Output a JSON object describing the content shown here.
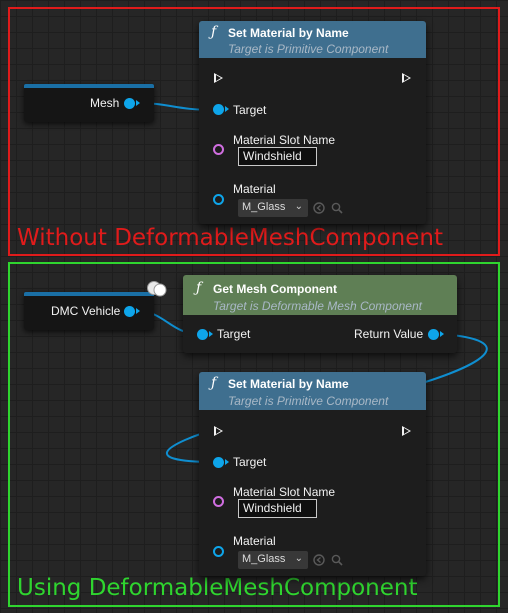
{
  "top_section": {
    "caption": "Without DeformableMeshComponent",
    "border_color": "#e01b1b",
    "variable": {
      "label": "Mesh"
    },
    "set_material": {
      "title": "Set Material by Name",
      "subtitle": "Target is Primitive Component",
      "target_label": "Target",
      "slot_label": "Material Slot Name",
      "slot_value": "Windshield",
      "material_label": "Material",
      "material_value": "M_Glass"
    }
  },
  "bottom_section": {
    "caption": "Using DeformableMeshComponent",
    "border_color": "#2fd52f",
    "variable": {
      "label": "DMC Vehicle"
    },
    "get_mesh": {
      "title": "Get Mesh Component",
      "subtitle": "Target is Deformable Mesh Component",
      "target_label": "Target",
      "return_label": "Return Value"
    },
    "set_material": {
      "title": "Set Material by Name",
      "subtitle": "Target is Primitive Component",
      "target_label": "Target",
      "slot_label": "Material Slot Name",
      "slot_value": "Windshield",
      "material_label": "Material",
      "material_value": "M_Glass"
    }
  },
  "colors": {
    "object_pin": "#0ea5ea",
    "string_pin": "#d06ee0",
    "function_header": "#3f6f8f",
    "pure_function_header": "#5f7f55",
    "wire": "#0f8ed0"
  },
  "icons": [
    "function-icon",
    "exec-pin-icon",
    "object-pin-icon",
    "use-selected-asset-icon",
    "browse-asset-icon",
    "chevron-down-icon",
    "comment-bubble-icon"
  ]
}
